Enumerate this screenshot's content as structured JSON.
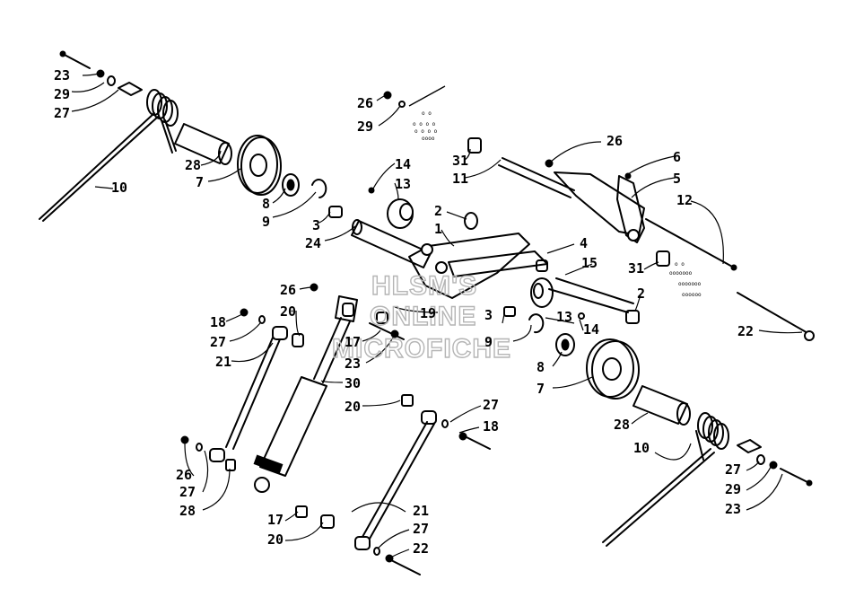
{
  "diagram": {
    "watermark_lines": [
      "HLSM'S",
      "ONLINE",
      "MICROFICHE"
    ],
    "callouts": [
      {
        "id": "c1",
        "text": "23"
      },
      {
        "id": "c2",
        "text": "29"
      },
      {
        "id": "c3",
        "text": "27"
      },
      {
        "id": "c4",
        "text": "28"
      },
      {
        "id": "c5",
        "text": "7"
      },
      {
        "id": "c6",
        "text": "10"
      },
      {
        "id": "c7",
        "text": "8"
      },
      {
        "id": "c8",
        "text": "9"
      },
      {
        "id": "c9",
        "text": "3"
      },
      {
        "id": "c10",
        "text": "24"
      },
      {
        "id": "c11",
        "text": "26"
      },
      {
        "id": "c12",
        "text": "29"
      },
      {
        "id": "c13",
        "text": "31"
      },
      {
        "id": "c14",
        "text": "11"
      },
      {
        "id": "c15",
        "text": "26"
      },
      {
        "id": "c16",
        "text": "6"
      },
      {
        "id": "c17",
        "text": "5"
      },
      {
        "id": "c18",
        "text": "12"
      },
      {
        "id": "c19",
        "text": "14"
      },
      {
        "id": "c20",
        "text": "13"
      },
      {
        "id": "c21",
        "text": "2"
      },
      {
        "id": "c22",
        "text": "1"
      },
      {
        "id": "c23",
        "text": "4"
      },
      {
        "id": "c24",
        "text": "15"
      },
      {
        "id": "c25",
        "text": "31"
      },
      {
        "id": "c26",
        "text": "2"
      },
      {
        "id": "c27",
        "text": "22"
      },
      {
        "id": "c28",
        "text": "26"
      },
      {
        "id": "c29",
        "text": "20"
      },
      {
        "id": "c30",
        "text": "19"
      },
      {
        "id": "c31",
        "text": "13"
      },
      {
        "id": "c32",
        "text": "14"
      },
      {
        "id": "c33",
        "text": "3"
      },
      {
        "id": "c34",
        "text": "9"
      },
      {
        "id": "c35",
        "text": "18"
      },
      {
        "id": "c36",
        "text": "27"
      },
      {
        "id": "c37",
        "text": "21"
      },
      {
        "id": "c38",
        "text": "17"
      },
      {
        "id": "c39",
        "text": "23"
      },
      {
        "id": "c40",
        "text": "30"
      },
      {
        "id": "c41",
        "text": "8"
      },
      {
        "id": "c42",
        "text": "7"
      },
      {
        "id": "c43",
        "text": "20"
      },
      {
        "id": "c44",
        "text": "27"
      },
      {
        "id": "c45",
        "text": "18"
      },
      {
        "id": "c46",
        "text": "28"
      },
      {
        "id": "c47",
        "text": "10"
      },
      {
        "id": "c48",
        "text": "26"
      },
      {
        "id": "c49",
        "text": "27"
      },
      {
        "id": "c50",
        "text": "28"
      },
      {
        "id": "c51",
        "text": "27"
      },
      {
        "id": "c52",
        "text": "29"
      },
      {
        "id": "c53",
        "text": "23"
      },
      {
        "id": "c54",
        "text": "17"
      },
      {
        "id": "c55",
        "text": "20"
      },
      {
        "id": "c56",
        "text": "21"
      },
      {
        "id": "c57",
        "text": "27"
      },
      {
        "id": "c58",
        "text": "22"
      }
    ]
  }
}
